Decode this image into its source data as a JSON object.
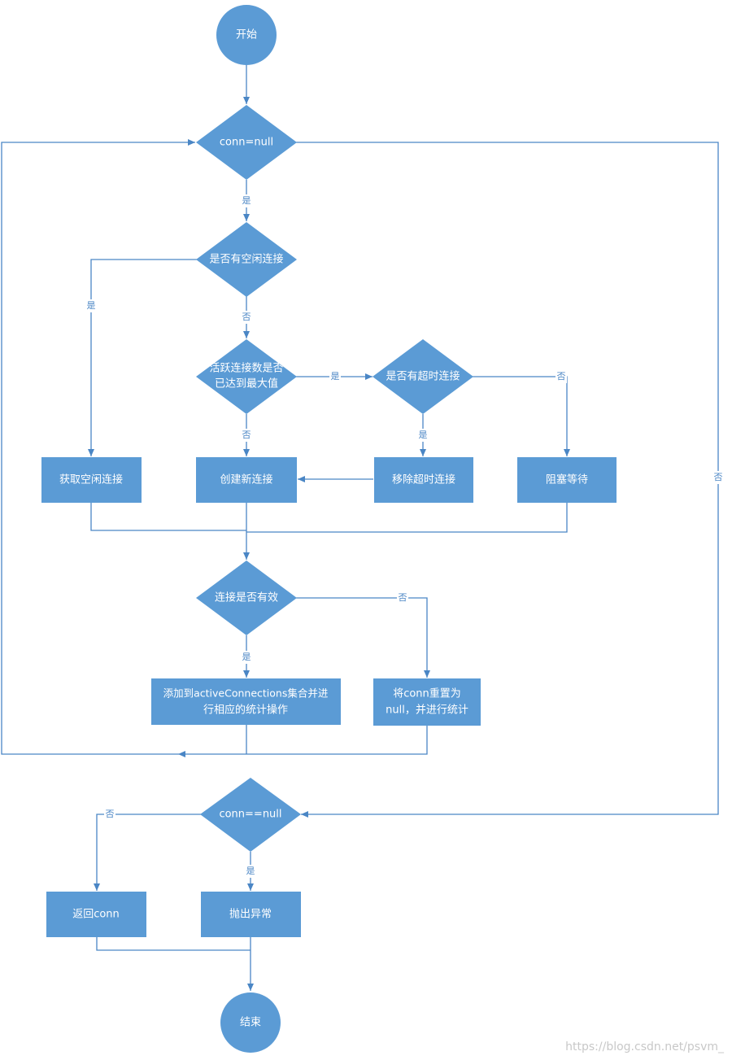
{
  "colors": {
    "node_fill": "#5b9bd5",
    "line": "#4a86c5",
    "node_text": "#ffffff",
    "edge_label": "#4a86c5",
    "watermark": "#c8c8c8"
  },
  "nodes": {
    "start": "开始",
    "conn_null": "conn=null",
    "has_idle": "是否有空闲连接",
    "active_max_1": "活跃连接数是否",
    "active_max_2": "已达到最大值",
    "has_timeout": "是否有超时连接",
    "get_idle": "获取空闲连接",
    "create_new": "创建新连接",
    "remove_timeout": "移除超时连接",
    "block_wait": "阻塞等待",
    "conn_valid": "连接是否有效",
    "add_active_1": "添加到activeConnections集合并进",
    "add_active_2": "行相应的统计操作",
    "reset_null_1": "将conn重置为",
    "reset_null_2": "null，并进行统计",
    "conn_eq_null": "conn==null",
    "return_conn": "返回conn",
    "throw_ex": "抛出异常",
    "end": "结束"
  },
  "edge_labels": {
    "conn_null_yes": "是",
    "idle_yes": "是",
    "idle_no": "否",
    "max_yes": "是",
    "max_no": "否",
    "timeout_yes": "是",
    "timeout_no": "否",
    "conn_null_no": "否",
    "valid_yes": "是",
    "valid_no": "否",
    "eq_null_no": "否",
    "eq_null_yes": "是"
  },
  "watermark": "https://blog.csdn.net/psvm_"
}
